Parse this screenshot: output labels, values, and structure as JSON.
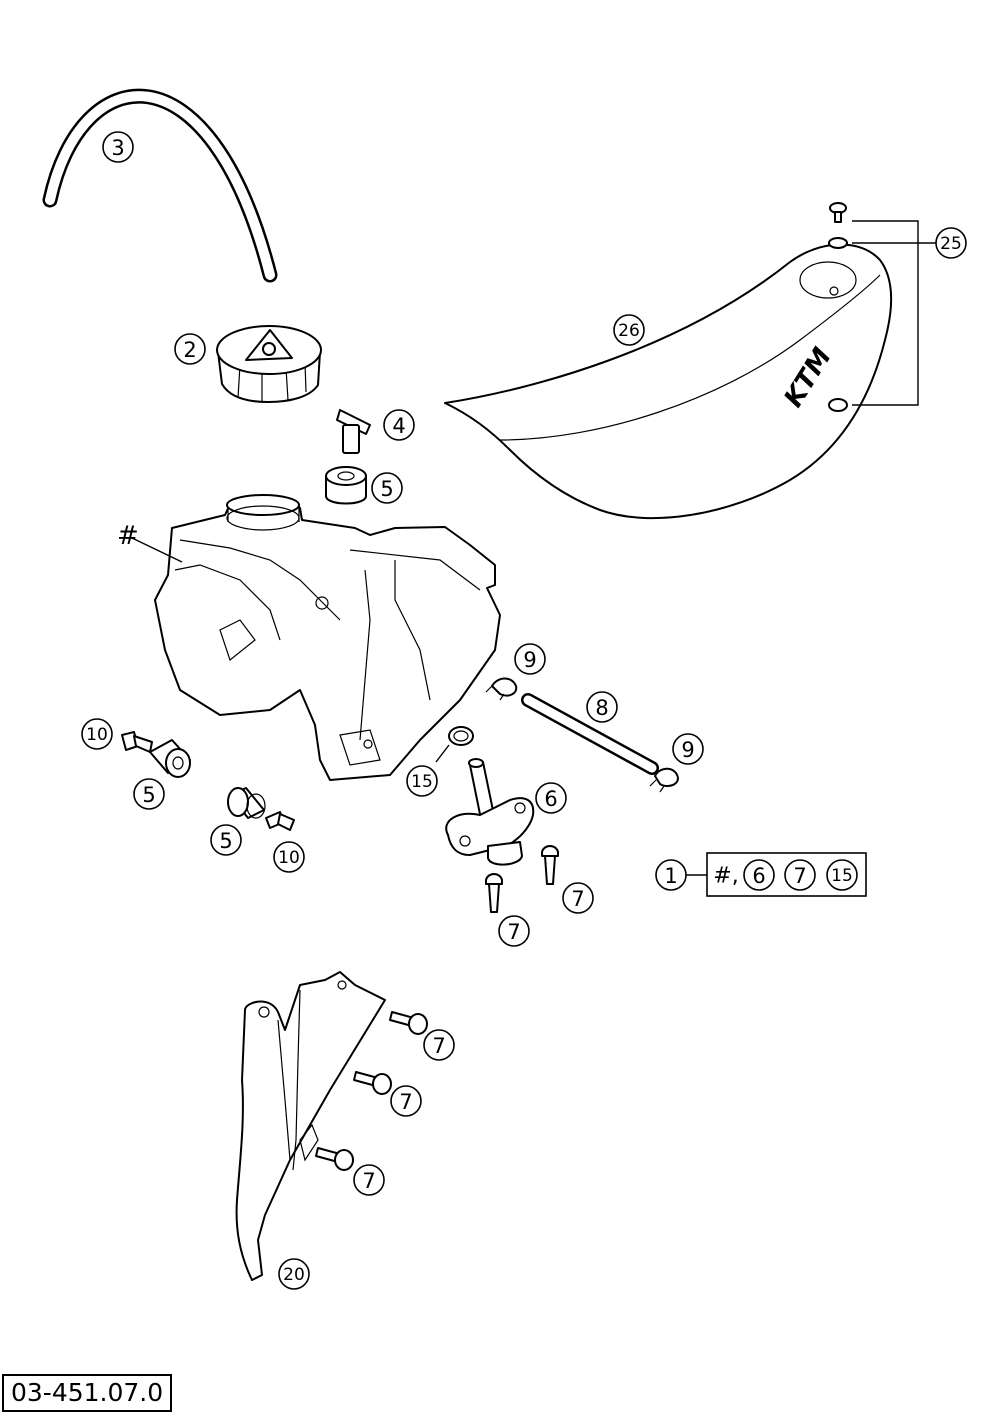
{
  "diagram": {
    "drawing_number": "03-451.07.0",
    "seat_logo": "KTM",
    "hash_marker": "#",
    "callouts": {
      "c1": "1",
      "c2": "2",
      "c3": "3",
      "c4": "4",
      "c5a": "5",
      "c5b": "5",
      "c5c": "5",
      "c6": "6",
      "c7a": "7",
      "c7b": "7",
      "c7c": "7",
      "c7d": "7",
      "c7e": "7",
      "c8": "8",
      "c9a": "9",
      "c9b": "9",
      "c10a": "10",
      "c10b": "10",
      "c15": "15",
      "c20": "20",
      "c25": "25",
      "c26": "26"
    },
    "kit_box": {
      "hash_label": "#,",
      "item_a": "6",
      "item_b": "7",
      "item_c": "15"
    }
  }
}
